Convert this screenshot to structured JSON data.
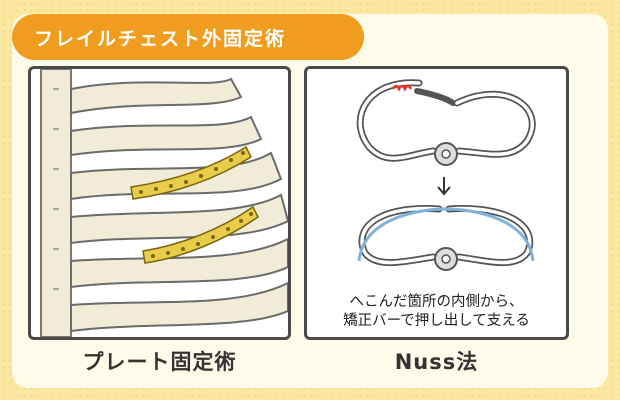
{
  "title": "フレイルチェスト外固定術",
  "left_panel": {
    "caption": "プレート固定術"
  },
  "right_panel": {
    "caption": "Nuss法",
    "note_line1": "へこんだ箇所の内側から、",
    "note_line2": "矯正バーで押し出して支える"
  },
  "colors": {
    "banner": "#f09c1e",
    "background": "#fbe9a3",
    "plate": "#e8cc4a",
    "bar": "#7fb3d9",
    "depression_mark": "#e2342b"
  }
}
